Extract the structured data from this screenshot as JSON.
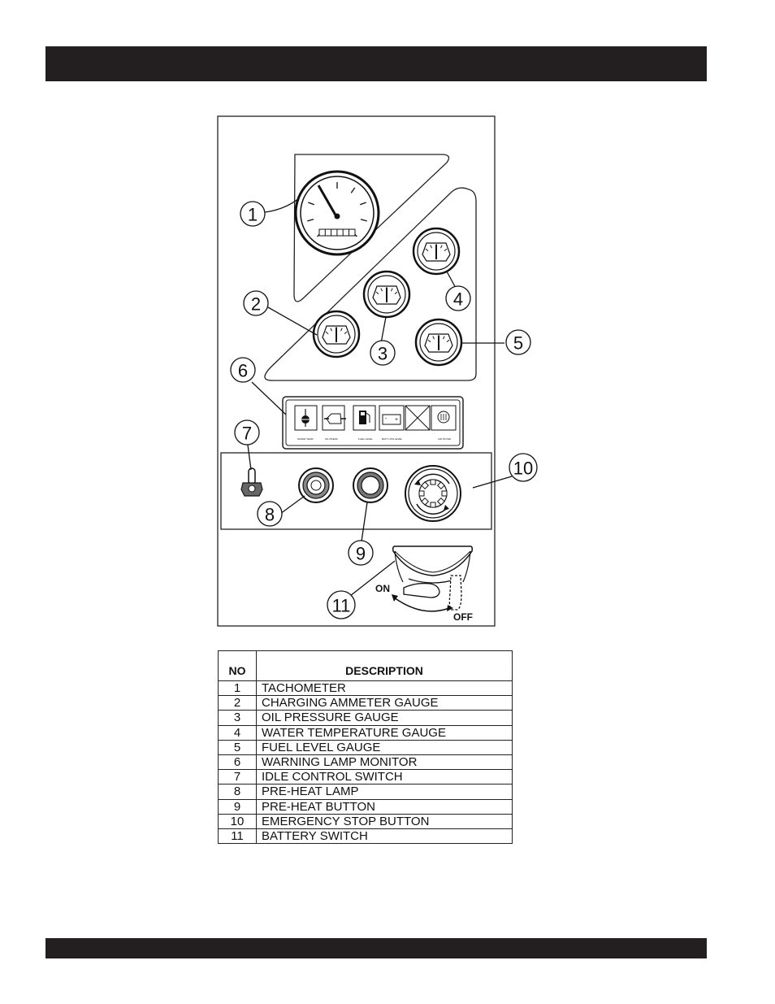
{
  "callouts": [
    "1",
    "2",
    "3",
    "4",
    "5",
    "6",
    "7",
    "8",
    "9",
    "10",
    "11"
  ],
  "switch": {
    "on_label": "ON",
    "off_label": "OFF"
  },
  "lamps": [
    "WATER TEMP",
    "OIL PRESS",
    "FUEL LEVEL",
    "BATT LOW LEVEL",
    "AIR FILTER"
  ],
  "table": {
    "headers": {
      "no": "NO",
      "description": "DESCRIPTION"
    },
    "rows": [
      {
        "no": "1",
        "description": "TACHOMETER"
      },
      {
        "no": "2",
        "description": "CHARGING AMMETER GAUGE"
      },
      {
        "no": "3",
        "description": "OIL PRESSURE GAUGE"
      },
      {
        "no": "4",
        "description": "WATER TEMPERATURE GAUGE"
      },
      {
        "no": "5",
        "description": "FUEL LEVEL GAUGE"
      },
      {
        "no": "6",
        "description": "WARNING LAMP MONITOR"
      },
      {
        "no": "7",
        "description": "IDLE CONTROL SWITCH"
      },
      {
        "no": "8",
        "description": "PRE-HEAT LAMP"
      },
      {
        "no": "9",
        "description": "PRE-HEAT BUTTON"
      },
      {
        "no": "10",
        "description": "EMERGENCY STOP BUTTON"
      },
      {
        "no": "11",
        "description": "BATTERY SWITCH"
      }
    ]
  }
}
